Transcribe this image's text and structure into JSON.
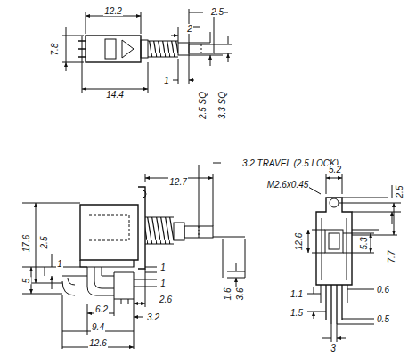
{
  "diagram": {
    "labels": [
      "12.2",
      "2.5",
      "2",
      "7.8",
      "1",
      "14.4",
      "2.5 SQ",
      "3.3 SQ",
      "3.2 TRAVEL (2.5 LOCK)",
      "12.7",
      "17.6",
      "2.5",
      "1",
      "5",
      "1",
      "1",
      "2.6",
      "1.6",
      "3.6",
      "6.2",
      "3.2",
      "9.4",
      "12.6",
      "5.2",
      "2.5",
      "M2.6x0.45",
      "7.7",
      "12.6",
      "5.3",
      "1.1",
      "0.6",
      "1.5",
      "0.5",
      "3"
    ]
  }
}
